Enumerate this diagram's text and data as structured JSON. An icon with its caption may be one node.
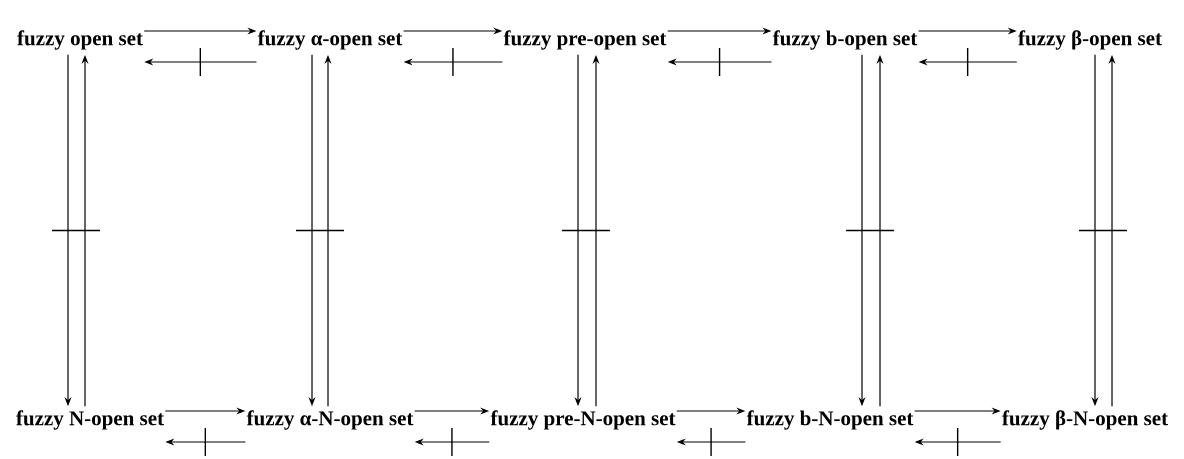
{
  "diagram": {
    "nodes": [
      {
        "text": [
          "fuzzy open set"
        ]
      },
      {
        "text": [
          "fuzzy α-open set"
        ]
      },
      {
        "text": [
          "fuzzy pre-open set"
        ]
      },
      {
        "text": [
          "fuzzy b-open set"
        ]
      },
      {
        "text": [
          "fuzzy β-open set"
        ]
      },
      {
        "text": [
          "fuzzy N-open set"
        ]
      },
      {
        "text": [
          "fuzzy α-N-open set"
        ]
      },
      {
        "text": [
          "fuzzy pre-N-open set"
        ]
      },
      {
        "text": [
          "fuzzy b-N-open set"
        ]
      },
      {
        "text": [
          "fuzzy β-N-open set"
        ]
      }
    ],
    "edges": [
      {
        "from": 0,
        "to": 1,
        "arrow": "to"
      },
      {
        "from": 1,
        "to": 0,
        "arrow": "to"
      },
      {
        "from": 1,
        "to": 2,
        "arrow": "to"
      },
      {
        "from": 2,
        "to": 1,
        "arrow": "to"
      },
      {
        "from": 2,
        "to": 3,
        "arrow": "to"
      },
      {
        "from": 3,
        "to": 2,
        "arrow": "to"
      },
      {
        "from": 3,
        "to": 4,
        "arrow": "to"
      },
      {
        "from": 4,
        "to": 3,
        "arrow": "to"
      },
      {
        "from": 0,
        "to": 5,
        "arrow": "to"
      },
      {
        "from": 5,
        "to": 0,
        "arrow": "to"
      },
      {
        "from": 1,
        "to": 6,
        "arrow": "to"
      },
      {
        "from": 6,
        "to": 1,
        "arrow": "to"
      },
      {
        "from": 2,
        "to": 7,
        "arrow": "to"
      },
      {
        "from": 7,
        "to": 2,
        "arrow": "to"
      },
      {
        "from": 3,
        "to": 8,
        "arrow": "to"
      },
      {
        "from": 8,
        "to": 3,
        "arrow": "to"
      },
      {
        "from": 4,
        "to": 9,
        "arrow": "to"
      },
      {
        "from": 9,
        "to": 4,
        "arrow": "to"
      },
      {
        "from": 5,
        "to": 6,
        "arrow": "to"
      },
      {
        "from": 6,
        "to": 5,
        "arrow": "to"
      },
      {
        "from": 6,
        "to": 7,
        "arrow": "to"
      },
      {
        "from": 7,
        "to": 6,
        "arrow": "to"
      },
      {
        "from": 7,
        "to": 8,
        "arrow": "to"
      },
      {
        "from": 8,
        "to": 7,
        "arrow": "to"
      },
      {
        "from": 8,
        "to": 9,
        "arrow": "to"
      },
      {
        "from": 9,
        "to": 8,
        "arrow": "to"
      }
    ]
  }
}
